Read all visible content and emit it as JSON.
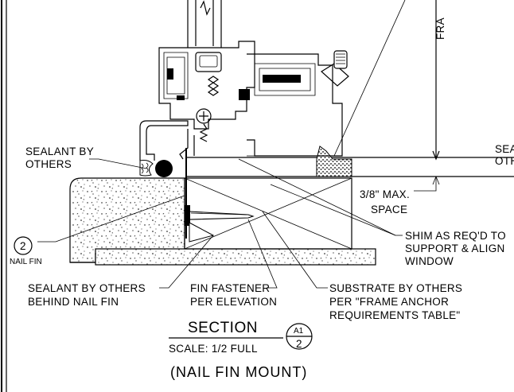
{
  "frame_label": "FRA",
  "cut_label": "SEA\nOTH",
  "labels": {
    "sealant_top": [
      "SEALANT BY",
      "OTHERS"
    ],
    "max_space": [
      "3/8\" MAX.",
      "SPACE"
    ],
    "shim": [
      "SHIM AS REQ'D TO",
      "SUPPORT & ALIGN",
      "WINDOW"
    ],
    "nail_fin_callout": "2",
    "nail_fin": "NAIL FIN",
    "sealant_behind": [
      "SEALANT BY OTHERS",
      "BEHIND NAIL FIN"
    ],
    "fin_fastener": [
      "FIN FASTENER",
      "PER ELEVATION"
    ],
    "substrate": [
      "SUBSTRATE BY OTHERS",
      "PER \"FRAME ANCHOR",
      "REQUIREMENTS TABLE\""
    ]
  },
  "title_block": {
    "title": "SECTION",
    "scale": "SCALE: 1/2 FULL",
    "ref_top": "A1",
    "ref_bottom": "2",
    "subtitle": "(NAIL FIN MOUNT)"
  }
}
